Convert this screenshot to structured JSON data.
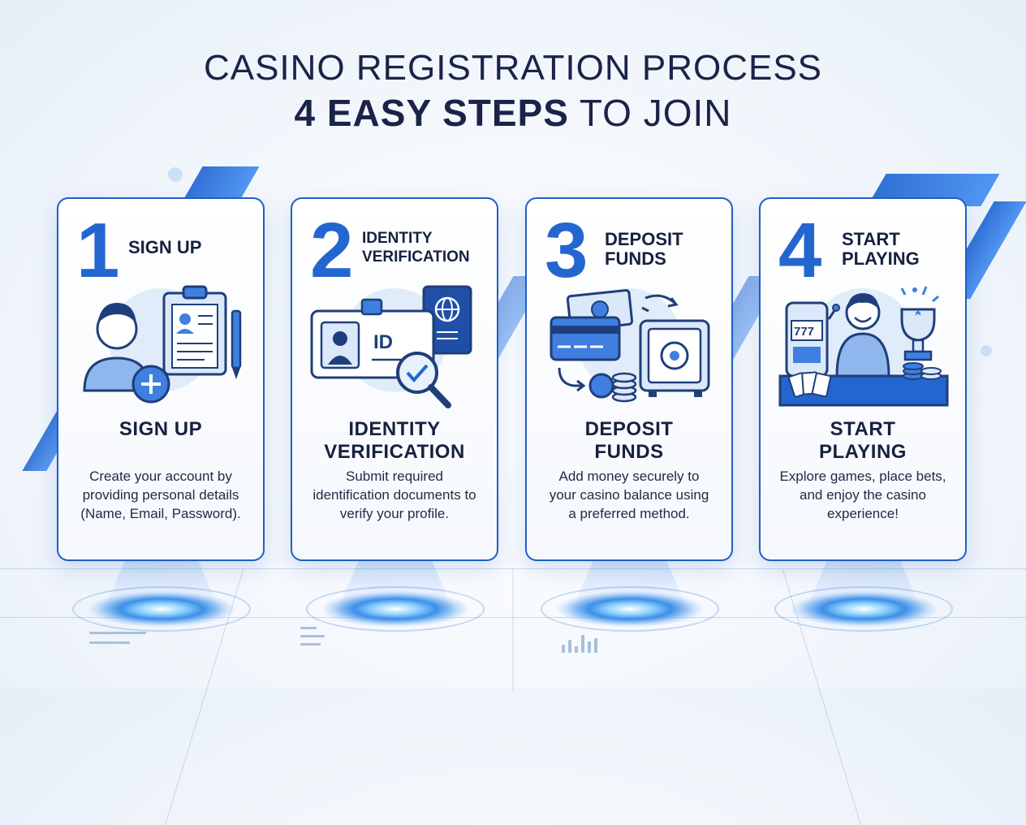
{
  "title": {
    "line1": "CASINO REGISTRATION PROCESS",
    "line2_bold": "4 EASY STEPS",
    "line2_rest": " TO JOIN"
  },
  "steps": [
    {
      "number": "1",
      "header": [
        "SIGN UP"
      ],
      "heading": [
        "SIGN UP"
      ],
      "description": "Create your account by providing personal details (Name, Email, Password).",
      "icon": "user-clipboard-icon"
    },
    {
      "number": "2",
      "header": [
        "IDENTITY",
        "VERIFICATION"
      ],
      "heading": [
        "IDENTITY",
        "VERIFICATION"
      ],
      "description": "Submit required identification documents to verify your profile.",
      "icon": "id-card-passport-magnifier-icon",
      "id_text": "ID"
    },
    {
      "number": "3",
      "header": [
        "DEPOSIT",
        "FUNDS"
      ],
      "heading": [
        "DEPOSIT",
        "FUNDS"
      ],
      "description": "Add money securely to your casino balance using a preferred method.",
      "icon": "card-cash-safe-icon"
    },
    {
      "number": "4",
      "header": [
        "START",
        "PLAYING"
      ],
      "heading": [
        "START",
        "PLAYING"
      ],
      "description": "Explore games, place bets, and enjoy the casino experience!",
      "icon": "slot-machine-player-trophy-icon",
      "slot_text": "777"
    }
  ],
  "colors": {
    "accent": "#2366cf",
    "card_border": "#1f5fc4",
    "text_dark": "#16213f",
    "light_blue": "#e1ecfa"
  }
}
